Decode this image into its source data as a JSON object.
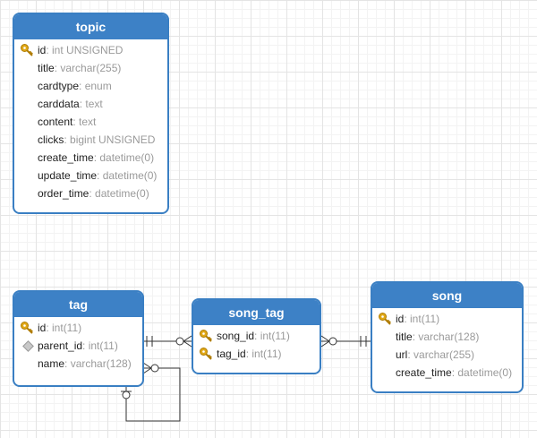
{
  "colors": {
    "header_bg": "#3d81c6",
    "border": "#3a7fc3",
    "key": "#e0a817",
    "type_text": "#9a9a9a"
  },
  "entities": [
    {
      "title": "topic",
      "columns": [
        {
          "name": "id",
          "type": "int UNSIGNED",
          "icon": "primary-key-icon"
        },
        {
          "name": "title",
          "type": "varchar(255)",
          "icon": ""
        },
        {
          "name": "cardtype",
          "type": "enum",
          "icon": ""
        },
        {
          "name": "carddata",
          "type": "text",
          "icon": ""
        },
        {
          "name": "content",
          "type": "text",
          "icon": ""
        },
        {
          "name": "clicks",
          "type": "bigint UNSIGNED",
          "icon": ""
        },
        {
          "name": "create_time",
          "type": "datetime(0)",
          "icon": ""
        },
        {
          "name": "update_time",
          "type": "datetime(0)",
          "icon": ""
        },
        {
          "name": "order_time",
          "type": "datetime(0)",
          "icon": ""
        }
      ]
    },
    {
      "title": "tag",
      "columns": [
        {
          "name": "id",
          "type": "int(11)",
          "icon": "primary-key-icon"
        },
        {
          "name": "parent_id",
          "type": "int(11)",
          "icon": "index-icon"
        },
        {
          "name": "name",
          "type": "varchar(128)",
          "icon": ""
        }
      ]
    },
    {
      "title": "song_tag",
      "columns": [
        {
          "name": "song_id",
          "type": "int(11)",
          "icon": "primary-key-icon"
        },
        {
          "name": "tag_id",
          "type": "int(11)",
          "icon": "primary-key-icon"
        }
      ]
    },
    {
      "title": "song",
      "columns": [
        {
          "name": "id",
          "type": "int(11)",
          "icon": "primary-key-icon"
        },
        {
          "name": "title",
          "type": "varchar(128)",
          "icon": ""
        },
        {
          "name": "url",
          "type": "varchar(255)",
          "icon": ""
        },
        {
          "name": "create_time",
          "type": "datetime(0)",
          "icon": ""
        }
      ]
    }
  ],
  "relationships": [
    {
      "from": "tag",
      "to": "song_tag",
      "from_end": "one-and-only-one",
      "to_end": "zero-or-many"
    },
    {
      "from": "song",
      "to": "song_tag",
      "from_end": "one-and-only-one",
      "to_end": "zero-or-many"
    },
    {
      "from": "tag",
      "to": "tag",
      "from_end": "zero-or-one",
      "to_end": "zero-or-many"
    }
  ]
}
